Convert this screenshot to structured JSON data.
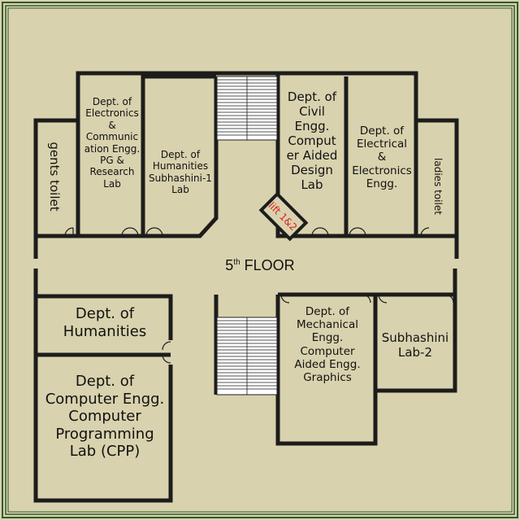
{
  "floor": {
    "number": "5",
    "suffix": "th",
    "word": "FLOOR"
  },
  "lift": {
    "label": "lift 1&2"
  },
  "rooms": {
    "gents_toilet": "gents toilet",
    "ladies_toilet": "ladies toilet",
    "electronics": [
      "Dept. of",
      "Electronics",
      "&",
      "Communic",
      "ation Engg.",
      "PG &",
      "Research",
      "Lab"
    ],
    "humanities_lab": [
      "Dept. of",
      "Humanities",
      "Subhashini-1",
      "Lab"
    ],
    "civil": [
      "Dept. of",
      "Civil",
      "Engg.",
      "Comput",
      "er Aided",
      "Design",
      "Lab"
    ],
    "electrical": [
      "Dept. of",
      "Electrical",
      "&",
      "Electronics",
      "Engg."
    ],
    "humanities": [
      "Dept. of",
      "Humanities"
    ],
    "computer": [
      "Dept. of",
      "Computer Engg.",
      "Computer",
      "Programming",
      "Lab (CPP)"
    ],
    "mechanical": [
      "Dept. of",
      "Mechanical",
      "Engg.",
      "Computer",
      "Aided Engg.",
      "Graphics"
    ],
    "subhashini2": [
      "Subhashini",
      "Lab-2"
    ]
  },
  "colors": {
    "floor_fill": "#d8d2ae",
    "wall": "#1c1c1c",
    "frame": "#2f5a2f",
    "lift_text": "#e02020"
  }
}
